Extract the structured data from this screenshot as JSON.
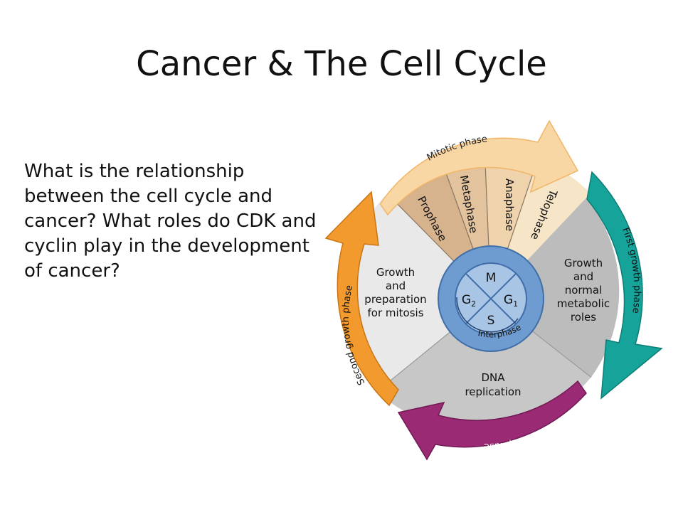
{
  "slide": {
    "title": "Cancer & The Cell Cycle",
    "question": "What is the relationship between the cell cycle and cancer?  What roles do CDK and cyclin play in the development of cancer?"
  },
  "diagram": {
    "arrows": {
      "mitotic": "Mitotic phase",
      "first_growth": "First growth phase",
      "synthesis": "Synthesis phase",
      "second_growth": "Second growth phase"
    },
    "mitosis_stages": [
      "Prophase",
      "Metaphase",
      "Anaphase",
      "Telophase"
    ],
    "sectors": {
      "g1": [
        "Growth",
        "and",
        "normal",
        "metabolic",
        "roles"
      ],
      "g2": [
        "Growth",
        "and",
        "preparation",
        "for mitosis"
      ],
      "s": [
        "DNA",
        "replication"
      ]
    },
    "hub": {
      "m": "M",
      "g1_main": "G",
      "g1_sub": "1",
      "g2_main": "G",
      "g2_sub": "2",
      "s": "S",
      "ring_label": "Interphase"
    },
    "colors": {
      "mitotic_arrow": "#f9d7a4",
      "first_growth_arrow": "#15a39a",
      "synthesis_arrow": "#9b2a75",
      "second_growth_arrow": "#f39a2e",
      "g1_sector": "#bcbcbc",
      "g2_sector": "#e9e9e9",
      "s_sector": "#c7c7c7",
      "prophase": "#d6b28d",
      "metaphase": "#e3c39d",
      "anaphase": "#eed3ac",
      "telophase": "#f7e5c7",
      "hub_blue": "#6e9bd0",
      "hub_light": "#a9c5e6"
    }
  }
}
